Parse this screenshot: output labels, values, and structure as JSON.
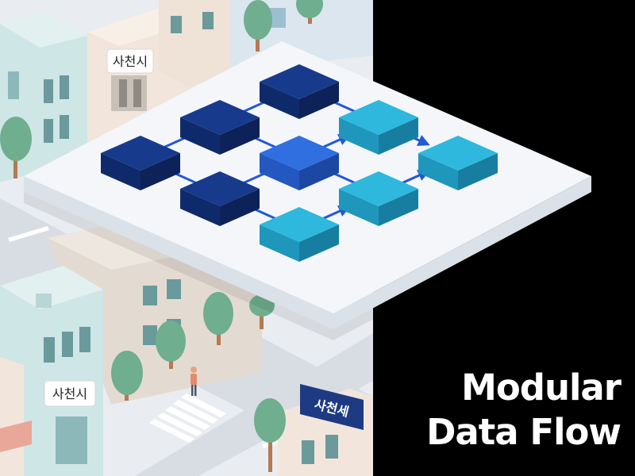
{
  "title": {
    "line1": "Modular",
    "line2": "Data Flow"
  },
  "signs": {
    "upper_left": "사천시",
    "lower_left": "사천시",
    "lower_right": "사천세"
  },
  "colors": {
    "background_dark": "#000000",
    "city_ground": "#e9edf1",
    "platform": "#f4f6f9",
    "module_navy": "#173a8c",
    "module_blue": "#2f6fe0",
    "module_cyan": "#2fb8dd",
    "arrow": "#2358d6",
    "tree": "#6fae8f",
    "building_mint": "#cfe6e6",
    "building_cream": "#f2e6dc"
  },
  "diagram": {
    "modules": [
      {
        "id": "m1",
        "row": 0,
        "col": 0,
        "tone": "navy"
      },
      {
        "id": "m2",
        "row": 0,
        "col": 1,
        "tone": "navy"
      },
      {
        "id": "m3",
        "row": 0,
        "col": 2,
        "tone": "navy"
      },
      {
        "id": "m4",
        "row": 1,
        "col": 0,
        "tone": "navy"
      },
      {
        "id": "m5",
        "row": 1,
        "col": 1,
        "tone": "blue"
      },
      {
        "id": "m6",
        "row": 1,
        "col": 2,
        "tone": "cyan"
      },
      {
        "id": "m7",
        "row": 2,
        "col": 0,
        "tone": "cyan"
      },
      {
        "id": "m8",
        "row": 2,
        "col": 1,
        "tone": "cyan"
      },
      {
        "id": "m9",
        "row": 2,
        "col": 2,
        "tone": "cyan"
      }
    ],
    "connections": [
      {
        "from": "m1",
        "to": "m2",
        "arrow": false
      },
      {
        "from": "m2",
        "to": "m3",
        "arrow": false
      },
      {
        "from": "m4",
        "to": "m5",
        "arrow": false
      },
      {
        "from": "m1",
        "to": "m4",
        "arrow": false
      },
      {
        "from": "m4",
        "to": "m7",
        "arrow": false
      },
      {
        "from": "m3",
        "to": "m6",
        "arrow": false
      },
      {
        "from": "m2",
        "to": "m5",
        "arrow": false
      },
      {
        "from": "m5",
        "to": "m6",
        "arrow": true
      },
      {
        "from": "m6",
        "to": "m9",
        "arrow": true
      },
      {
        "from": "m5",
        "to": "m8",
        "arrow": false
      },
      {
        "from": "m8",
        "to": "m9",
        "arrow": true
      },
      {
        "from": "m7",
        "to": "m8",
        "arrow": true
      }
    ]
  }
}
